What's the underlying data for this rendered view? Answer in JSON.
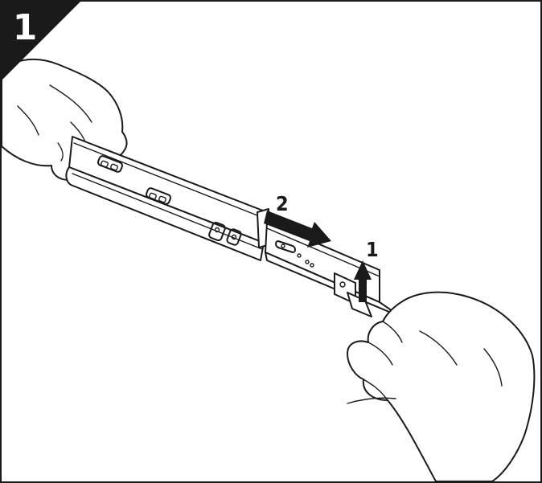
{
  "step": {
    "number": "1"
  },
  "callouts": [
    {
      "label": "1",
      "meaning": "lift-release-lever"
    },
    {
      "label": "2",
      "meaning": "pull-rail-apart"
    }
  ],
  "colors": {
    "ink": "#1a1a1a",
    "paper": "#ffffff",
    "badge": "#1a1a1a"
  },
  "icons": [
    "arrow-up-icon",
    "arrow-right-icon"
  ]
}
